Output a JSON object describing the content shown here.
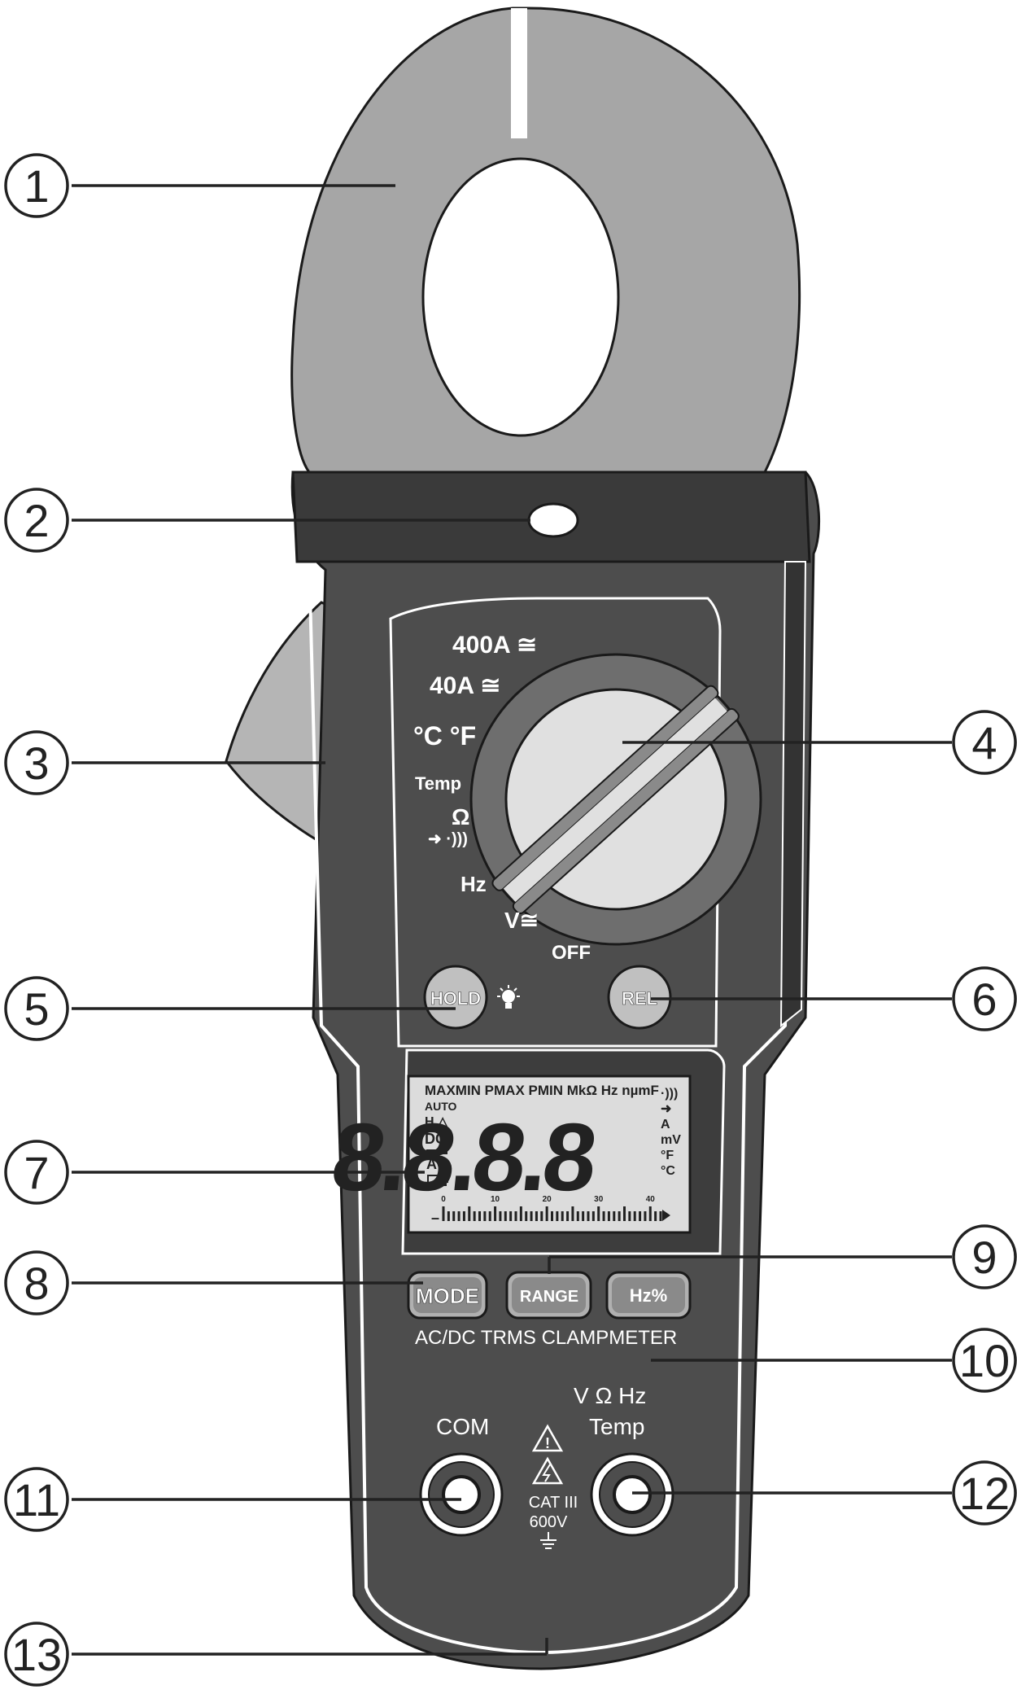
{
  "callouts": [
    "1",
    "2",
    "3",
    "4",
    "5",
    "6",
    "7",
    "8",
    "9",
    "10",
    "11",
    "12",
    "13"
  ],
  "dial": {
    "pos_400a": "400A ≅",
    "pos_40a": "40A ≅",
    "pos_temp_units": "°C °F",
    "pos_temp": "Temp",
    "pos_ohm": "Ω",
    "pos_diode_buzzer": "➜ ·)))",
    "pos_hz": "Hz",
    "pos_volt": "V≅",
    "pos_off": "OFF"
  },
  "buttons": {
    "hold": "HOLD",
    "backlight_icon": "bulb-icon",
    "rel": "REL",
    "mode": "MODE",
    "range": "RANGE",
    "hz_percent": "Hz%"
  },
  "lcd": {
    "top_row": "MAXMIN  PMAX  PMIN  MkΩ  Hz  nµmF",
    "auto": "AUTO",
    "hold_rel": "H △",
    "dc": "DC",
    "ac": "AC",
    "digits": "8.8.8.8",
    "right_units": [
      "·)))",
      "➜",
      "A",
      "mV",
      "°F",
      "°C"
    ],
    "bargraph_ticks": [
      "0",
      "10",
      "20",
      "30",
      "40"
    ],
    "bargraph_sign": "–"
  },
  "panel": {
    "features": "AC/DC  TRMS  CLAMPMETER",
    "v_ohm_hz": "V  Ω  Hz",
    "temp": "Temp",
    "com": "COM",
    "cat": "CAT III",
    "voltage": "600V"
  },
  "colors": {
    "body": "#4d4d4d",
    "jaw": "#a6a6a6",
    "lcd": "#dcdcdc",
    "button_red": "#b8b8b8",
    "outline": "#1a1a1a"
  }
}
